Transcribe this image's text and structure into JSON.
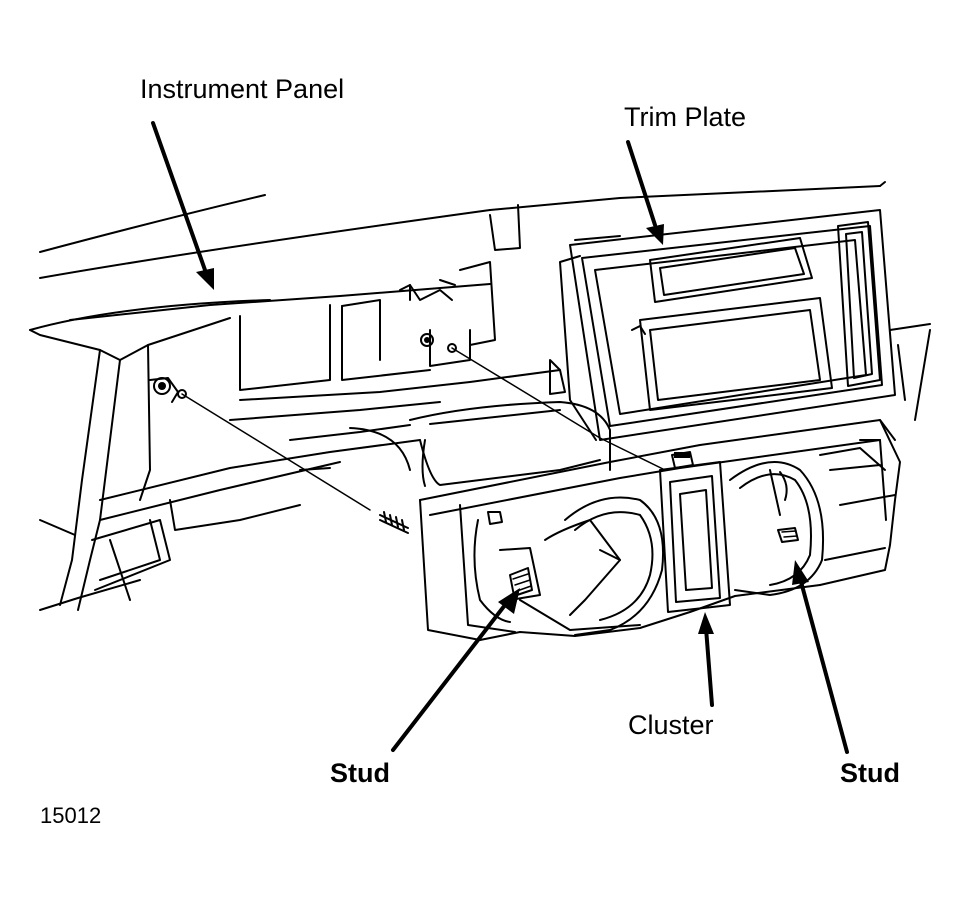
{
  "labels": {
    "instrument_panel": "Instrument Panel",
    "trim_plate": "Trim Plate",
    "cluster": "Cluster",
    "stud_left": "Stud",
    "stud_right": "Stud",
    "figure_number": "15012"
  },
  "colors": {
    "line": "#000000",
    "background": "#ffffff"
  }
}
